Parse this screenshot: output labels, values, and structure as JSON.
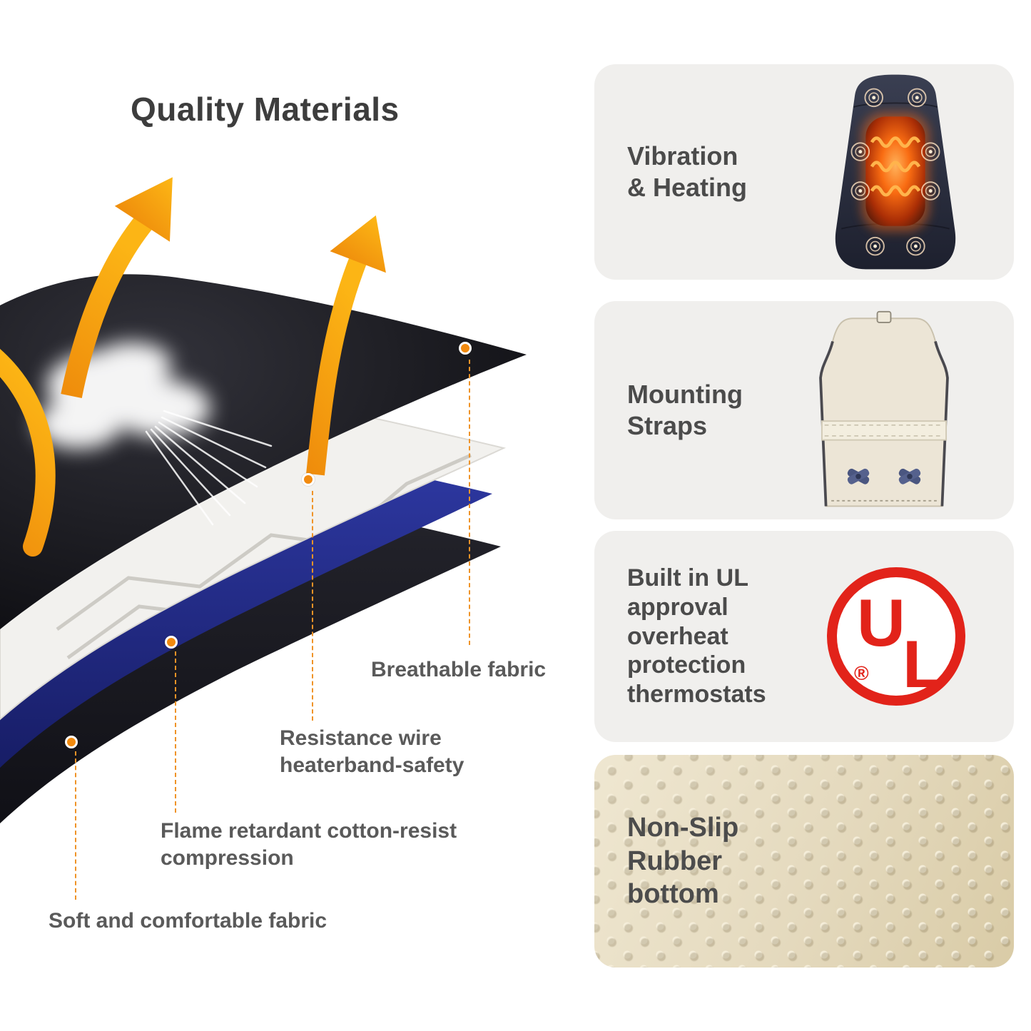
{
  "title": "Quality Materials",
  "material_labels": {
    "breathable": "Breathable fabric",
    "resistance_wire": "Resistance wire\nheaterband-safety",
    "flame_retardant": "Flame retardant cotton-resist\ncompression",
    "soft_fabric": "Soft and comfortable fabric"
  },
  "feature_cards": [
    {
      "title": "Vibration\n& Heating"
    },
    {
      "title": "Mounting\nStraps"
    },
    {
      "title": "Built in UL\napproval\noverheat\nprotection\nthermostats"
    },
    {
      "title": "Non-Slip\nRubber\nbottom"
    }
  ],
  "ul_logo": {
    "u": "U",
    "l": "L",
    "registered": "®"
  },
  "colors": {
    "accent_orange": "#F28A0E",
    "layer_blue": "#232E8C",
    "ul_red": "#E2231A",
    "card_gray": "#F0EFED"
  }
}
